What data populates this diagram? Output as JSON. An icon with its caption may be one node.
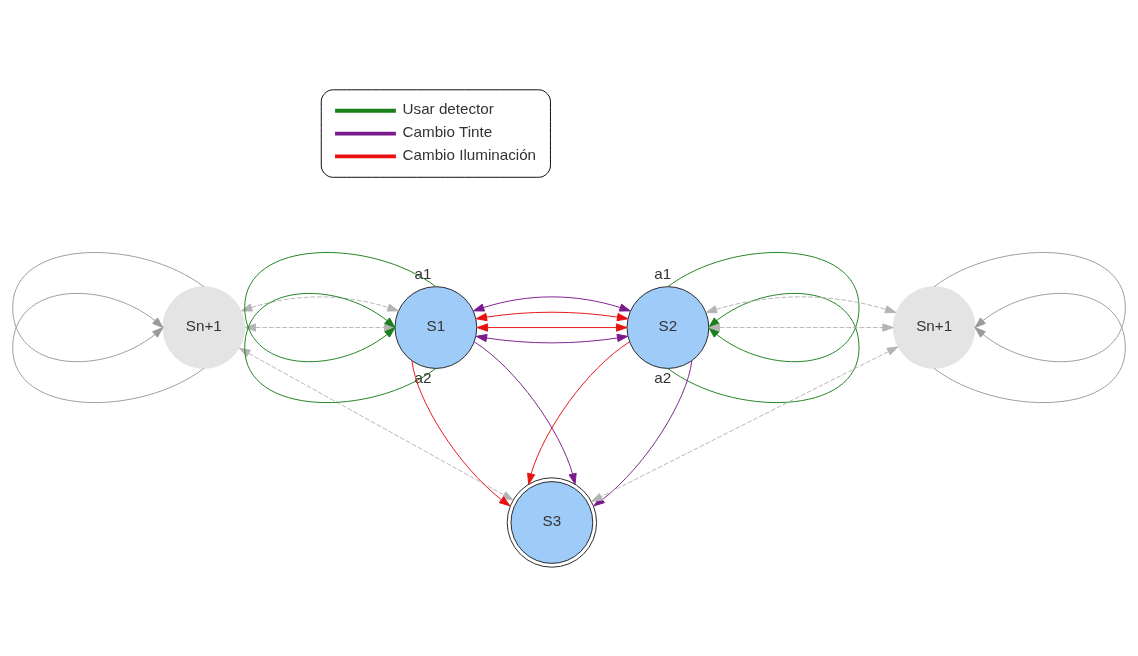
{
  "diagram": {
    "nodes": [
      {
        "text": [
          "Sn+1"
        ]
      },
      {
        "text": [
          "S1"
        ]
      },
      {
        "text": [
          "S2"
        ]
      },
      {
        "text": [
          "Sn+1"
        ]
      },
      {
        "text": [
          "S3"
        ]
      }
    ],
    "edges": [
      {
        "from": 1,
        "to": 1,
        "arrow": "to",
        "label": "a1",
        "color": "#1a7f1a"
      },
      {
        "from": 1,
        "to": 1,
        "arrow": "to",
        "label": "a2",
        "color": "#1a7f1a"
      },
      {
        "from": 2,
        "to": 2,
        "arrow": "to",
        "label": "a1",
        "color": "#1a7f1a"
      },
      {
        "from": 2,
        "to": 2,
        "arrow": "to",
        "label": "a2",
        "color": "#1a7f1a"
      },
      {
        "from": 1,
        "to": 2,
        "arrow": "both",
        "color": "#7b1a8c"
      },
      {
        "from": 1,
        "to": 2,
        "arrow": "both",
        "color": "#e81010"
      },
      {
        "from": 1,
        "to": 2,
        "arrow": "both",
        "color": "#e81010"
      },
      {
        "from": 1,
        "to": 2,
        "arrow": "both",
        "color": "#7b1a8c"
      },
      {
        "from": 1,
        "to": 4,
        "arrow": "to",
        "color": "#e81010"
      },
      {
        "from": 1,
        "to": 4,
        "arrow": "to",
        "color": "#7b1a8c"
      },
      {
        "from": 2,
        "to": 4,
        "arrow": "to",
        "color": "#e81010"
      },
      {
        "from": 2,
        "to": 4,
        "arrow": "to",
        "color": "#7b1a8c"
      },
      {
        "from": 0,
        "to": 1,
        "arrow": "both",
        "style": "dashed",
        "color": "#b4b4b4"
      },
      {
        "from": 0,
        "to": 1,
        "arrow": "both",
        "style": "dashed",
        "color": "#b4b4b4"
      },
      {
        "from": 0,
        "to": 0,
        "arrow": "to",
        "color": "#9a9a9a"
      },
      {
        "from": 0,
        "to": 0,
        "arrow": "to",
        "color": "#9a9a9a"
      },
      {
        "from": 0,
        "to": 4,
        "arrow": "both",
        "style": "dashed",
        "color": "#b4b4b4"
      },
      {
        "from": 2,
        "to": 3,
        "arrow": "both",
        "style": "dashed",
        "color": "#b4b4b4"
      },
      {
        "from": 2,
        "to": 3,
        "arrow": "both",
        "style": "dashed",
        "color": "#b4b4b4"
      },
      {
        "from": 3,
        "to": 3,
        "arrow": "to",
        "color": "#9a9a9a"
      },
      {
        "from": 3,
        "to": 3,
        "arrow": "to",
        "color": "#9a9a9a"
      },
      {
        "from": 3,
        "to": 4,
        "arrow": "both",
        "style": "dashed",
        "color": "#b4b4b4"
      }
    ],
    "legend": [
      {
        "text": "Usar detector"
      },
      {
        "text": "Cambio Tinte"
      },
      {
        "text": "Cambio Iluminación"
      }
    ]
  }
}
